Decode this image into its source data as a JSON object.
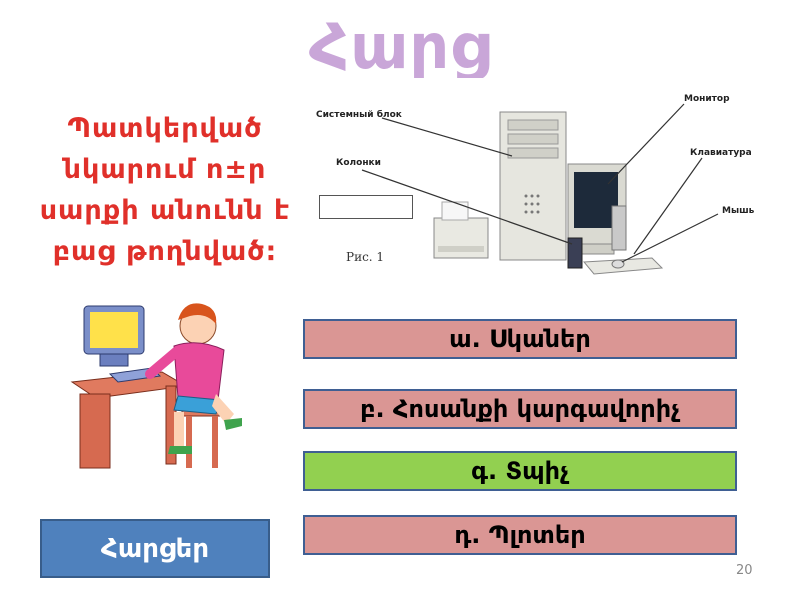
{
  "title": "Հարց",
  "question": "Պատկերված նկարում ո±ր սարքի անունն է բաց թողնված:",
  "figure": {
    "labels": {
      "system_unit": "Системный блок",
      "speakers": "Колонки",
      "monitor": "Монитор",
      "keyboard": "Клавиатура",
      "mouse": "Мышь"
    },
    "caption": "Рис. 1"
  },
  "options": [
    {
      "label": "ա. Սկաներ",
      "state": "default"
    },
    {
      "label": "բ. Հոսանքի կարգավորիչ",
      "state": "default"
    },
    {
      "label": "գ. Տպիչ",
      "state": "correct"
    },
    {
      "label": "դ. Պլոտեր",
      "state": "default"
    }
  ],
  "questions_button": "Հարցեր",
  "page_number": "20",
  "colors": {
    "title": "#c9a6d8",
    "question": "#e0302a",
    "option_default": "#da9694",
    "option_correct": "#92d050",
    "button": "#4f81bd"
  }
}
